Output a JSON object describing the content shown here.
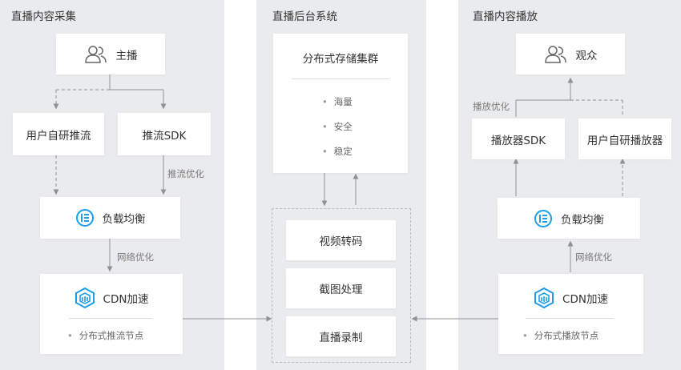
{
  "sections": {
    "collect": "直播内容采集",
    "backend": "直播后台系统",
    "playback": "直播内容播放"
  },
  "left": {
    "anchor": "主播",
    "self_push": "用户自研推流",
    "push_sdk": "推流SDK",
    "push_opt": "推流优化",
    "load_balance": "负载均衡",
    "net_opt": "网络优化",
    "cdn": "CDN加速",
    "cdn_note": "分布式推流节点"
  },
  "center": {
    "storage": "分布式存储集群",
    "storage_items": [
      "海量",
      "安全",
      "稳定"
    ],
    "processing": [
      "视频转码",
      "截图处理",
      "直播录制"
    ]
  },
  "right": {
    "audience": "观众",
    "play_opt": "播放优化",
    "player_sdk": "播放器SDK",
    "self_player": "用户自研播放器",
    "load_balance": "负载均衡",
    "net_opt": "网络优化",
    "cdn": "CDN加速",
    "cdn_note": "分布式播放节点"
  },
  "colors": {
    "background_column": "#eaebed",
    "accent": "#1e9eea",
    "line": "#9a9da3"
  },
  "icons": {
    "anchor": "users-icon",
    "audience": "users-icon",
    "load_balance": "load-balance-icon",
    "cdn": "cdn-cube-icon"
  }
}
